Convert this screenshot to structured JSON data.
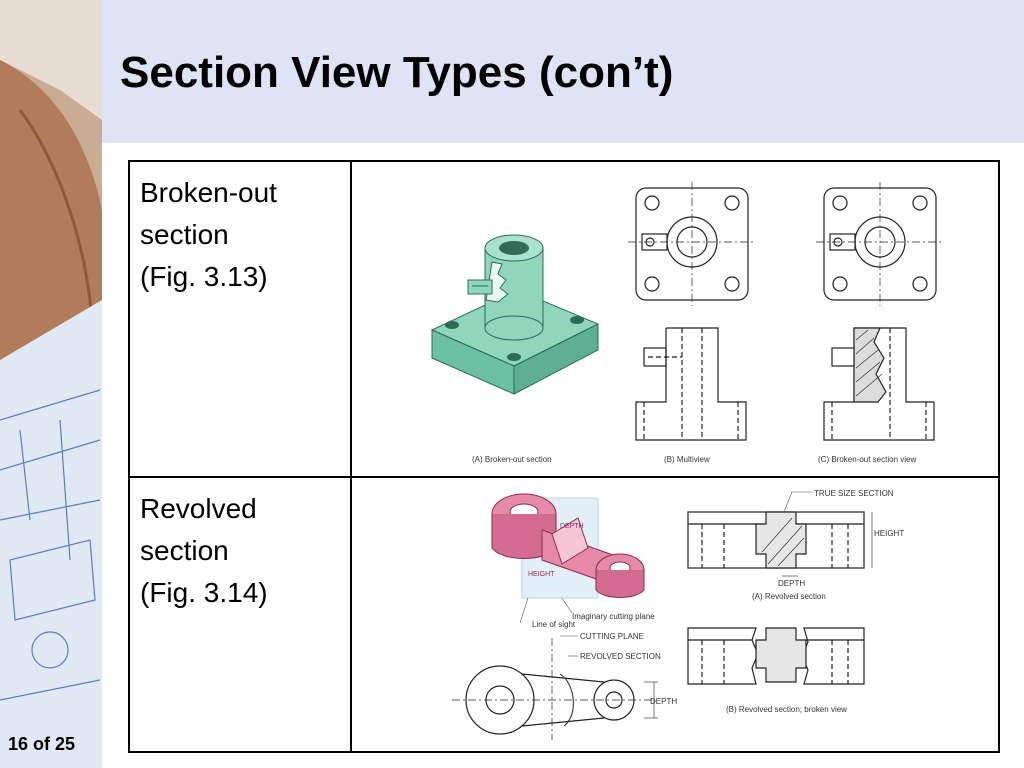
{
  "slide": {
    "title": "Section View Types (con’t)",
    "page_number": "16 of 25"
  },
  "rows": [
    {
      "label": [
        "Broken-out",
        "section",
        "(Fig. 3.13)"
      ],
      "captions": [
        "(A) Broken-out section",
        "(B) Multiview",
        "(C) Broken-out section view"
      ]
    },
    {
      "label": [
        "Revolved",
        "section",
        "(Fig. 3.14)"
      ],
      "callouts": {
        "true_size_section": "TRUE SIZE SECTION",
        "height": "HEIGHT",
        "depth": "DEPTH",
        "revolved_section_caption": "(A) Revolved section",
        "imaginary_cutting_plane": "Imaginary cutting plane",
        "line_of_sight": "Line of sight",
        "cutting_plane": "CUTTING PLANE",
        "revolved_section": "REVOLVED SECTION",
        "depth_short": "DEPTH",
        "broken_view_caption": "(B) Revolved section; broken view",
        "iso_depth": "DEPTH",
        "iso_height": "HEIGHT"
      }
    }
  ],
  "colors": {
    "title_band": "#dfe4f4",
    "teal_part": "#8fd6bd",
    "pink_part": "#e58aa8"
  }
}
